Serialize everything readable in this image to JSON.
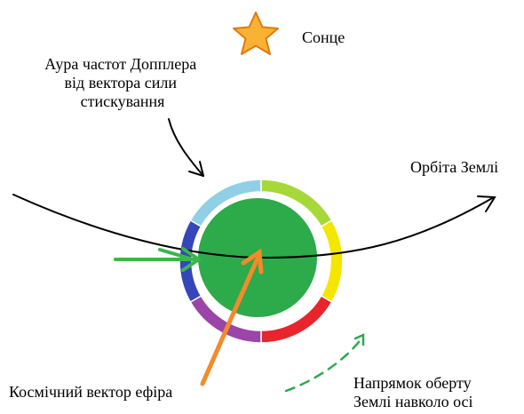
{
  "labels": {
    "sun": "Сонце",
    "doppler_aura": [
      "Аура частот Допплера",
      "від вектора сили",
      "стискування"
    ],
    "earth_orbit": "Орбіта Землі",
    "cosmic_ether_vector": "Космічний вектор ефіра",
    "rotation_direction": [
      "Напрямок оберту",
      "Землі навколо осі"
    ]
  },
  "colors": {
    "sun_fill": "#F9B233",
    "sun_stroke": "#E07A10",
    "earth": "#2DAA4A",
    "inflow_arrow": "#3CB54A",
    "ether_arrow": "#F58A2A",
    "rotation_arrow": "#2FA84F",
    "ring_segments": [
      "#8FD0E6",
      "#A6D83A",
      "#F5E600",
      "#E8242C",
      "#9B45A8",
      "#3547B8"
    ]
  }
}
